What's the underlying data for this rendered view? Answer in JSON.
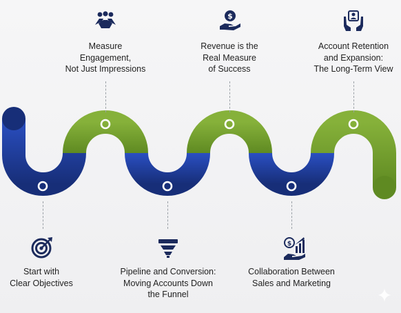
{
  "colors": {
    "green": "#76a22e",
    "blue": "#1f3f9c",
    "dark_blue": "#172e78",
    "icon": "#1b2a5c"
  },
  "steps_top": [
    {
      "label": "Measure\nEngagement,\nNot Just Impressions",
      "icon": "handshake-icon"
    },
    {
      "label": "Revenue is the\nReal Measure\nof Success",
      "icon": "dollar-hand-icon"
    },
    {
      "label": "Account Retention\nand Expansion:\nThe Long-Term View",
      "icon": "account-hands-icon"
    }
  ],
  "steps_bottom": [
    {
      "label": "Start with\nClear Objectives",
      "icon": "target-icon"
    },
    {
      "label": "Pipeline and Conversion:\nMoving Accounts Down\nthe Funnel",
      "icon": "funnel-icon"
    },
    {
      "label": "Collaboration Between\nSales and Marketing",
      "icon": "growth-chart-icon"
    }
  ]
}
